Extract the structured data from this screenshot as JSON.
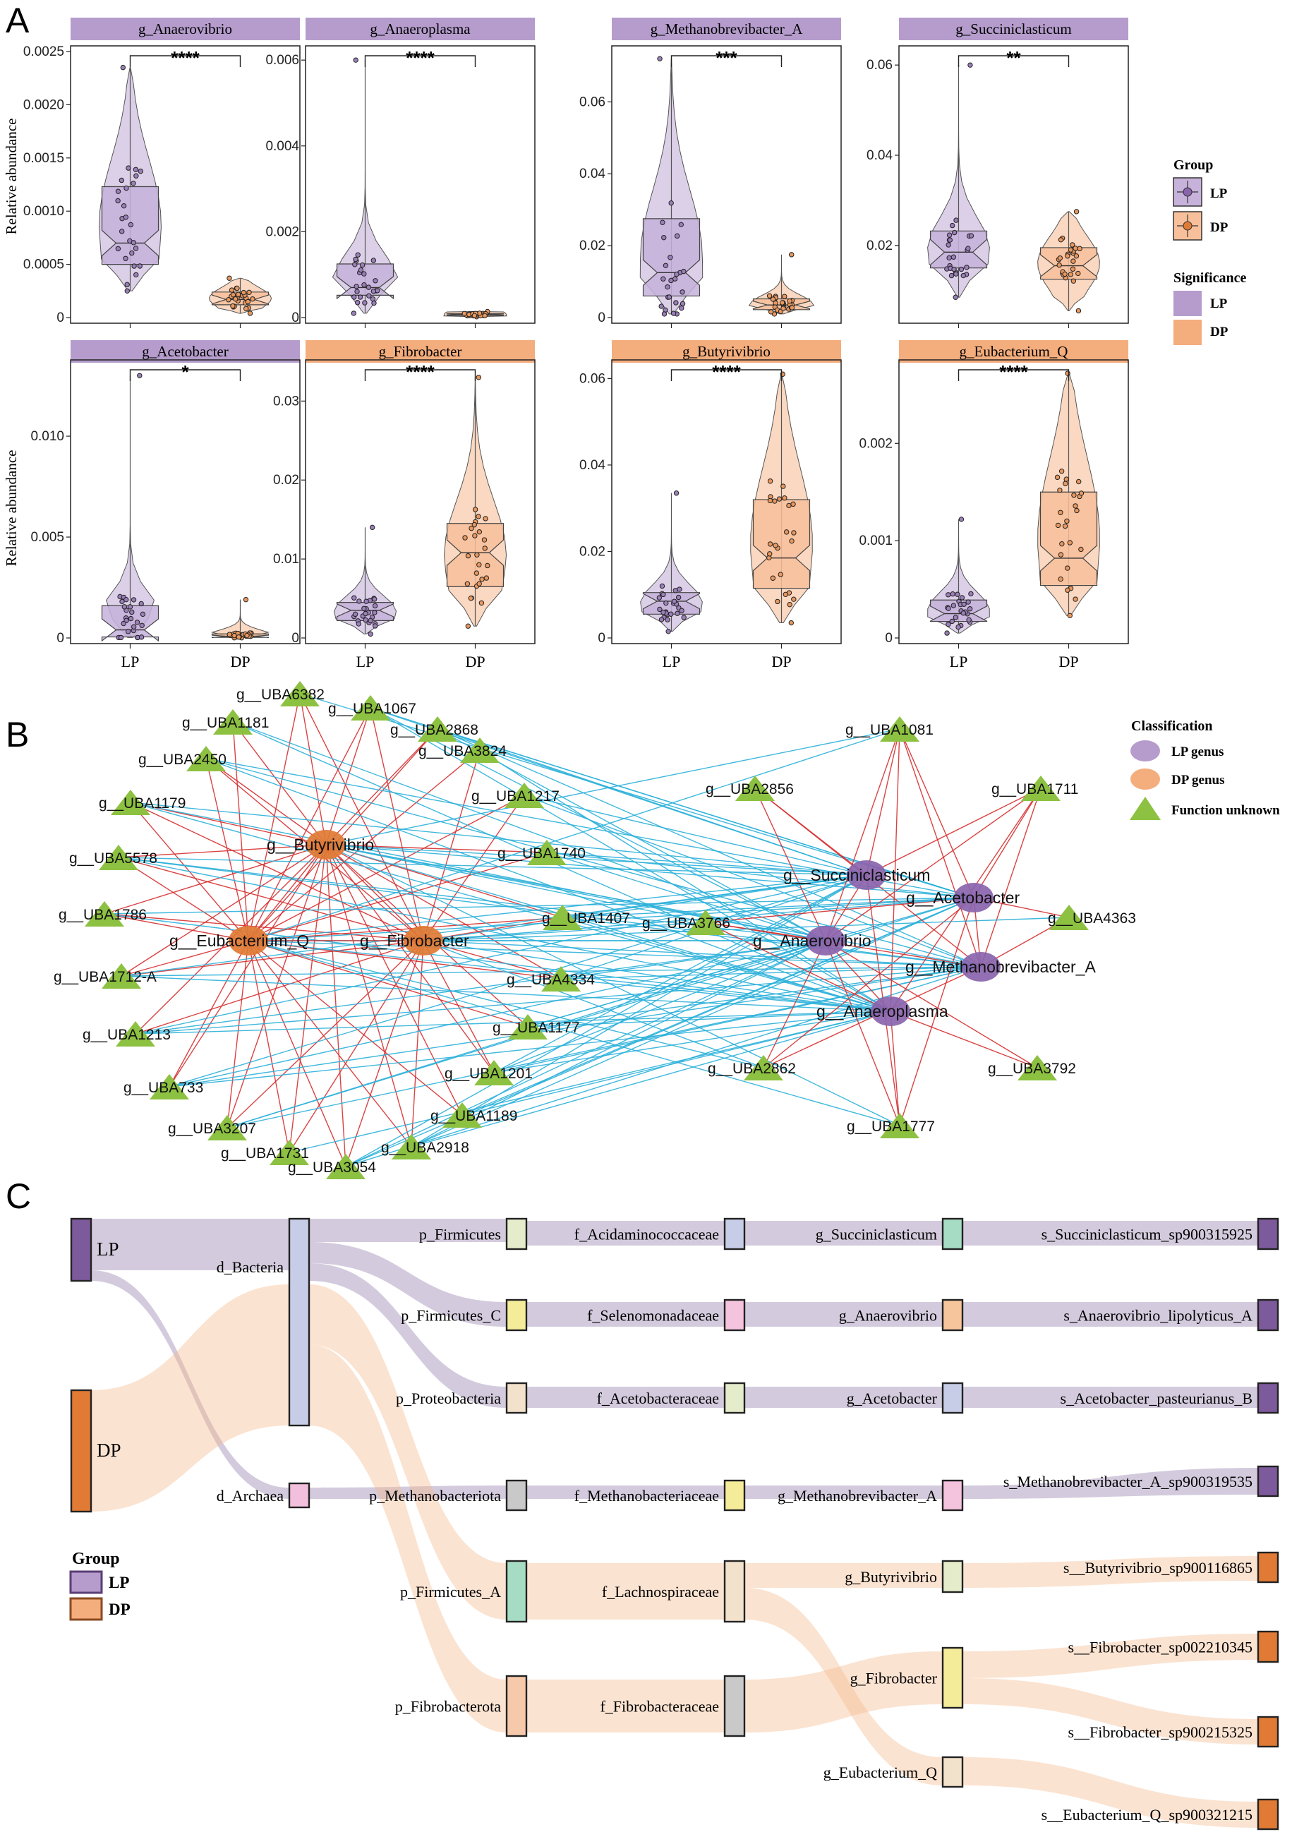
{
  "panel_letters": [
    "A",
    "B",
    "C"
  ],
  "colors": {
    "LP": "#b59ccc",
    "DP": "#f4ad7d",
    "LP_dark": "#8a64ad",
    "DP_dark": "#e07a34",
    "edge_pos": "#d62f2f",
    "edge_neg": "#2bb0d9",
    "triangle": "#8dc141"
  },
  "chart_data": [
    {
      "type": "violin-box",
      "panel": "A",
      "ylabel": "Relative abundance",
      "categories": [
        "LP",
        "DP"
      ],
      "legend": {
        "group_title": "Group",
        "group_items": [
          "LP",
          "DP"
        ],
        "sig_title": "Significance",
        "sig_items": [
          "LP",
          "DP"
        ],
        "placement": "right"
      },
      "facets": [
        {
          "title": "g_Anaerovibrio",
          "enriched": "LP",
          "sig": "****",
          "ylim": [
            0,
            0.0025
          ],
          "ticks": [
            "0",
            "0.0005",
            "0.0010",
            "0.0015",
            "0.0020",
            "0.0025"
          ],
          "tick_values": [
            0,
            0.0005,
            0.001,
            0.0015,
            0.002,
            0.0025
          ],
          "LP": {
            "min": 0.00025,
            "q1": 0.0005,
            "median": 0.0007,
            "q3": 0.00123,
            "max": 0.00235
          },
          "DP": {
            "min": 4e-05,
            "q1": 0.00012,
            "median": 0.00017,
            "q3": 0.00024,
            "max": 0.00037
          }
        },
        {
          "title": "g_Anaeroplasma",
          "enriched": "LP",
          "sig": "****",
          "ylim": [
            0,
            0.0062
          ],
          "ticks": [
            "0",
            "0.002",
            "0.004",
            "0.006"
          ],
          "tick_values": [
            0,
            0.002,
            0.004,
            0.006
          ],
          "LP": {
            "min": 0.0001,
            "q1": 0.00052,
            "median": 0.0007,
            "q3": 0.00125,
            "max": 0.006
          },
          "DP": {
            "min": 2e-05,
            "q1": 5e-05,
            "median": 7e-05,
            "q3": 9e-05,
            "max": 0.00014
          }
        },
        {
          "title": "g_Methanobrevibacter_A",
          "enriched": "LP",
          "sig": "***",
          "ylim": [
            0,
            0.074
          ],
          "ticks": [
            "0",
            "0.02",
            "0.04",
            "0.06"
          ],
          "tick_values": [
            0,
            0.02,
            0.04,
            0.06
          ],
          "LP": {
            "min": 0.001,
            "q1": 0.006,
            "median": 0.0125,
            "q3": 0.0275,
            "max": 0.072
          },
          "DP": {
            "min": 0.001,
            "q1": 0.0022,
            "median": 0.0035,
            "q3": 0.0052,
            "max": 0.0175
          }
        },
        {
          "title": "g_Succiniclasticum",
          "enriched": "LP",
          "sig": "**",
          "ylim": [
            0.004,
            0.063
          ],
          "ticks": [
            "0.02",
            "0.04",
            "0.06"
          ],
          "tick_values": [
            0.02,
            0.04,
            0.06
          ],
          "LP": {
            "min": 0.0085,
            "q1": 0.015,
            "median": 0.0185,
            "q3": 0.0232,
            "max": 0.06
          },
          "DP": {
            "min": 0.0055,
            "q1": 0.0125,
            "median": 0.0155,
            "q3": 0.0195,
            "max": 0.0275
          }
        },
        {
          "title": "g_Acetobacter",
          "enriched": "LP",
          "sig": "*",
          "ylim": [
            0,
            0.0135
          ],
          "ticks": [
            "0",
            "0.005",
            "0.010"
          ],
          "tick_values": [
            0,
            0.005,
            0.01
          ],
          "LP": {
            "min": 2e-05,
            "q1": 5e-05,
            "median": 0.0004,
            "q3": 0.0016,
            "max": 0.013
          },
          "DP": {
            "min": 1e-05,
            "q1": 3e-05,
            "median": 8e-05,
            "q3": 0.0002,
            "max": 0.0019
          }
        },
        {
          "title": "g_Fibrobacter",
          "enriched": "DP",
          "sig": "****",
          "ylim": [
            0,
            0.0345
          ],
          "ticks": [
            "0",
            "0.01",
            "0.02",
            "0.03"
          ],
          "tick_values": [
            0,
            0.01,
            0.02,
            0.03
          ],
          "LP": {
            "min": 0.0005,
            "q1": 0.0022,
            "median": 0.0035,
            "q3": 0.0045,
            "max": 0.014
          },
          "DP": {
            "min": 0.0015,
            "q1": 0.0065,
            "median": 0.0108,
            "q3": 0.0145,
            "max": 0.033
          }
        },
        {
          "title": "g_Butyrivibrio",
          "enriched": "DP",
          "sig": "****",
          "ylim": [
            0,
            0.063
          ],
          "ticks": [
            "0",
            "0.02",
            "0.04",
            "0.06"
          ],
          "tick_values": [
            0,
            0.02,
            0.04,
            0.06
          ],
          "LP": {
            "min": 0.0015,
            "q1": 0.0055,
            "median": 0.0085,
            "q3": 0.0105,
            "max": 0.0335
          },
          "DP": {
            "min": 0.0035,
            "q1": 0.0115,
            "median": 0.0185,
            "q3": 0.032,
            "max": 0.061
          }
        },
        {
          "title": "g_Eubacterium_Q",
          "enriched": "DP",
          "sig": "****",
          "ylim": [
            0,
            0.0028
          ],
          "ticks": [
            "0",
            "0.001",
            "0.002"
          ],
          "tick_values": [
            0,
            0.001,
            0.002
          ],
          "LP": {
            "min": 5e-05,
            "q1": 0.00017,
            "median": 0.00025,
            "q3": 0.00039,
            "max": 0.00122
          },
          "DP": {
            "min": 0.00023,
            "q1": 0.00054,
            "median": 0.00082,
            "q3": 0.0015,
            "max": 0.00272
          }
        }
      ]
    },
    {
      "type": "network",
      "panel": "B",
      "legend": {
        "title": "Classification",
        "items": [
          "LP genus",
          "DP genus",
          "Function unknown"
        ],
        "placement": "top-right"
      },
      "nodes": [
        {
          "id": "g__Butyrivibrio",
          "kind": "DP"
        },
        {
          "id": "g__Eubacterium_Q",
          "kind": "DP"
        },
        {
          "id": "g__Fibrobacter",
          "kind": "DP"
        },
        {
          "id": "g__Succiniclasticum",
          "kind": "LP"
        },
        {
          "id": "g__Acetobacter",
          "kind": "LP"
        },
        {
          "id": "g__Anaerovibrio",
          "kind": "LP"
        },
        {
          "id": "g__Methanobrevibacter_A",
          "kind": "LP"
        },
        {
          "id": "g__Anaeroplasma",
          "kind": "LP"
        },
        {
          "id": "g__UBA6382",
          "kind": "unknown"
        },
        {
          "id": "g__UBA1181",
          "kind": "unknown"
        },
        {
          "id": "g__UBA1067",
          "kind": "unknown"
        },
        {
          "id": "g__UBA2868",
          "kind": "unknown"
        },
        {
          "id": "g__UBA3824",
          "kind": "unknown"
        },
        {
          "id": "g__UBA2450",
          "kind": "unknown"
        },
        {
          "id": "g__UBA1179",
          "kind": "unknown"
        },
        {
          "id": "g__UBA1217",
          "kind": "unknown"
        },
        {
          "id": "g__UBA5578",
          "kind": "unknown"
        },
        {
          "id": "g__UBA1740",
          "kind": "unknown"
        },
        {
          "id": "g__UBA1786",
          "kind": "unknown"
        },
        {
          "id": "g__UBA1407",
          "kind": "unknown"
        },
        {
          "id": "g__UBA3766",
          "kind": "unknown"
        },
        {
          "id": "g__UBA1712-A",
          "kind": "unknown"
        },
        {
          "id": "g__UBA4334",
          "kind": "unknown"
        },
        {
          "id": "g__UBA1213",
          "kind": "unknown"
        },
        {
          "id": "g__UBA1177",
          "kind": "unknown"
        },
        {
          "id": "g__UBA733",
          "kind": "unknown"
        },
        {
          "id": "g__UBA1201",
          "kind": "unknown"
        },
        {
          "id": "g__UBA3207",
          "kind": "unknown"
        },
        {
          "id": "g__UBA1189",
          "kind": "unknown"
        },
        {
          "id": "g__UBA1731",
          "kind": "unknown"
        },
        {
          "id": "g__UBA2918",
          "kind": "unknown"
        },
        {
          "id": "g__UBA3054",
          "kind": "unknown"
        },
        {
          "id": "g__UBA1081",
          "kind": "unknown"
        },
        {
          "id": "g__UBA2856",
          "kind": "unknown"
        },
        {
          "id": "g__UBA1711",
          "kind": "unknown"
        },
        {
          "id": "g__UBA4363",
          "kind": "unknown"
        },
        {
          "id": "g__UBA2862",
          "kind": "unknown"
        },
        {
          "id": "g__UBA3792",
          "kind": "unknown"
        },
        {
          "id": "g__UBA1777",
          "kind": "unknown"
        }
      ]
    },
    {
      "type": "sankey",
      "panel": "C",
      "legend": {
        "title": "Group",
        "items": [
          "LP",
          "DP"
        ],
        "placement": "bottom-left"
      },
      "columns": [
        [
          "LP",
          "DP"
        ],
        [
          "d_Bacteria",
          "d_Archaea"
        ],
        [
          "p_Firmicutes",
          "p_Firmicutes_C",
          "p_Proteobacteria",
          "p_Methanobacteriota",
          "p_Firmicutes_A",
          "p_Fibrobacterota"
        ],
        [
          "f_Acidaminococcaceae",
          "f_Selenomonadaceae",
          "f_Acetobacteraceae",
          "f_Methanobacteriaceae",
          "f_Lachnospiraceae",
          "f_Fibrobacteraceae"
        ],
        [
          "g_Succiniclasticum",
          "g_Anaerovibrio",
          "g_Acetobacter",
          "g_Methanobrevibacter_A",
          "g_Butyrivibrio",
          "g_Fibrobacter",
          "g_Eubacterium_Q"
        ],
        [
          "s_Succiniclasticum_sp900315925",
          "s_Anaerovibrio_lipolyticus_A",
          "s_Acetobacter_pasteurianus_B",
          "s_Methanobrevibacter_A_sp900319535",
          "s__Butyrivibrio_sp900116865",
          "s__Fibrobacter_sp002210345",
          "s__Fibrobacter_sp900215325",
          "s__Eubacterium_Q_sp900321215"
        ]
      ]
    }
  ]
}
